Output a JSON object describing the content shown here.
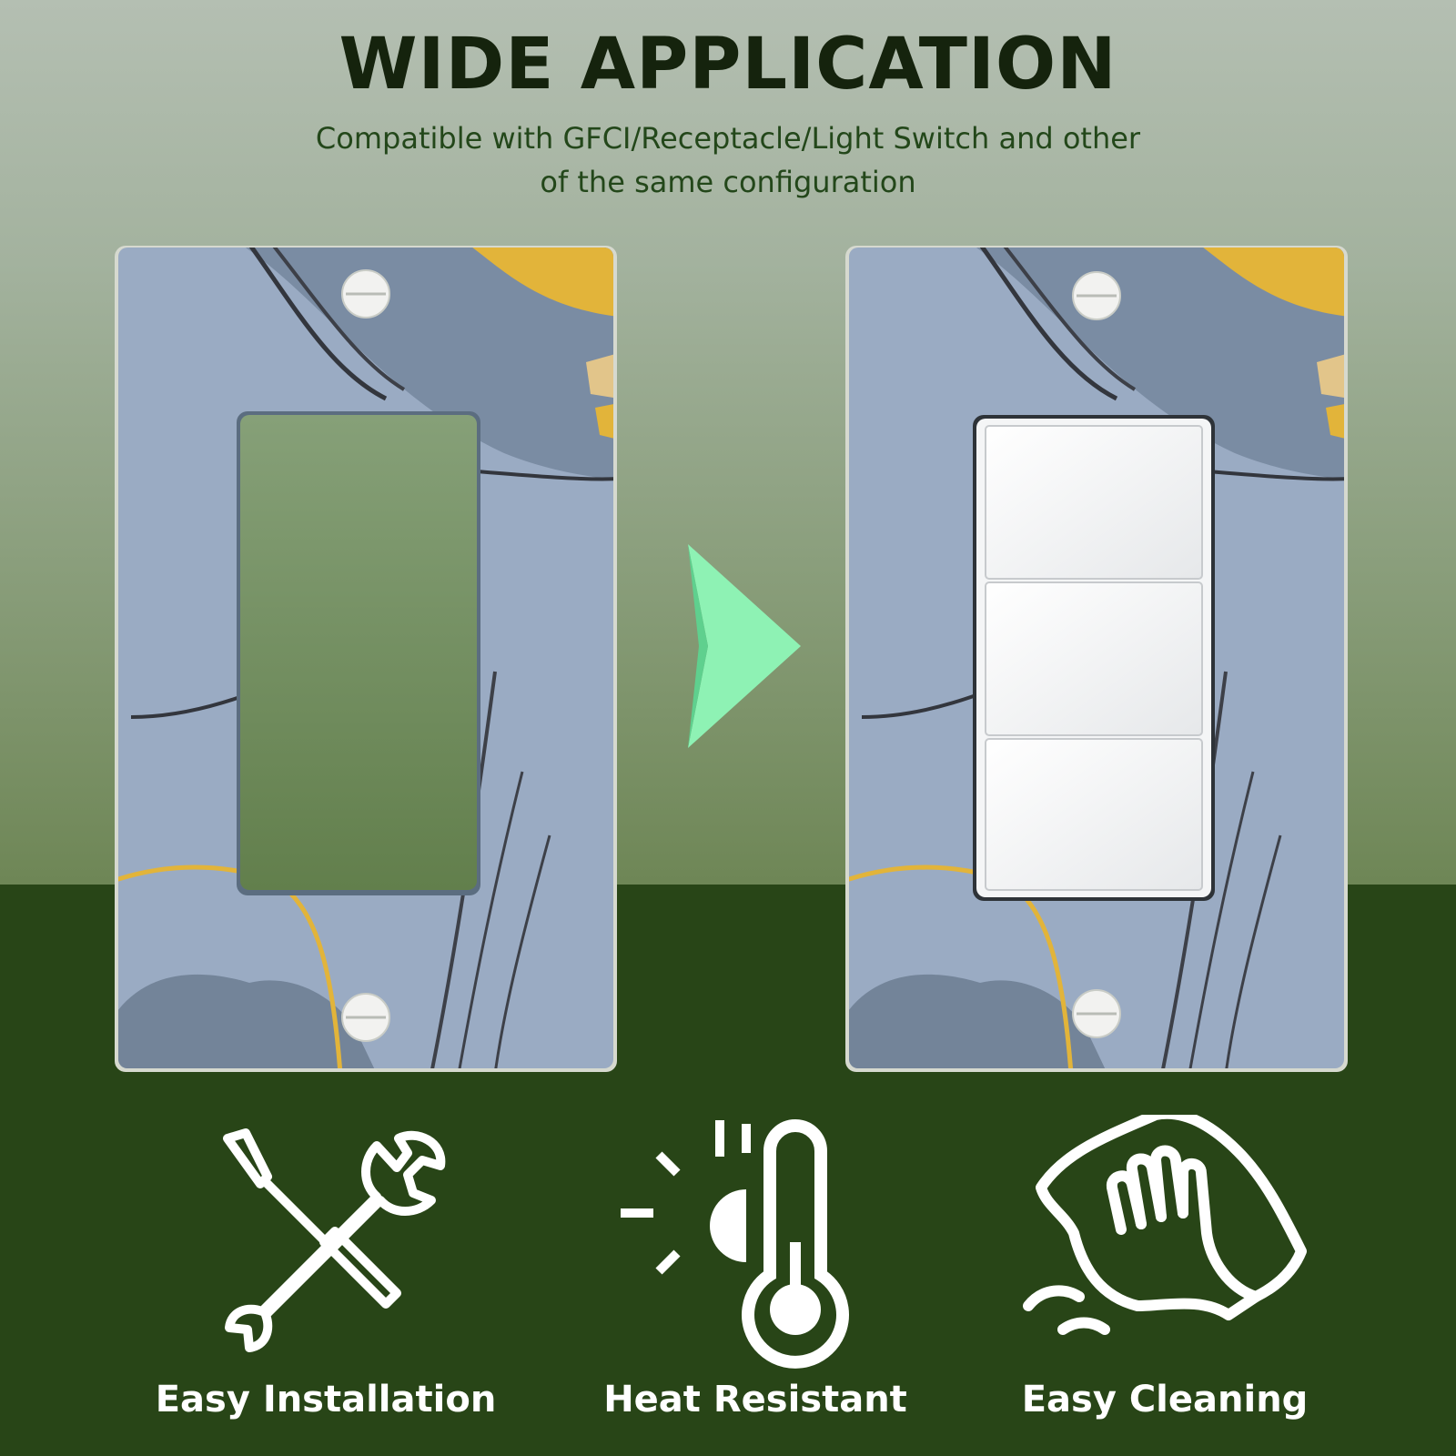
{
  "header": {
    "title": "WIDE APPLICATION",
    "subtitle_line1": "Compatible with GFCI/Receptacle/Light Switch and other",
    "subtitle_line2": "of the same configuration"
  },
  "colors": {
    "title": "#15230d",
    "subtitle": "#23471a",
    "floor": "#284517",
    "plate_blue": "#9aabc3",
    "accent_yellow": "#e2b43a",
    "arrow_green": "#8ef2b4",
    "icon_white": "#ffffff"
  },
  "features": [
    {
      "label": "Easy Installation",
      "icon": "wrench-screwdriver-icon"
    },
    {
      "label": "Heat Resistant",
      "icon": "sun-thermometer-icon"
    },
    {
      "label": "Easy Cleaning",
      "icon": "wiping-hand-icon"
    }
  ]
}
